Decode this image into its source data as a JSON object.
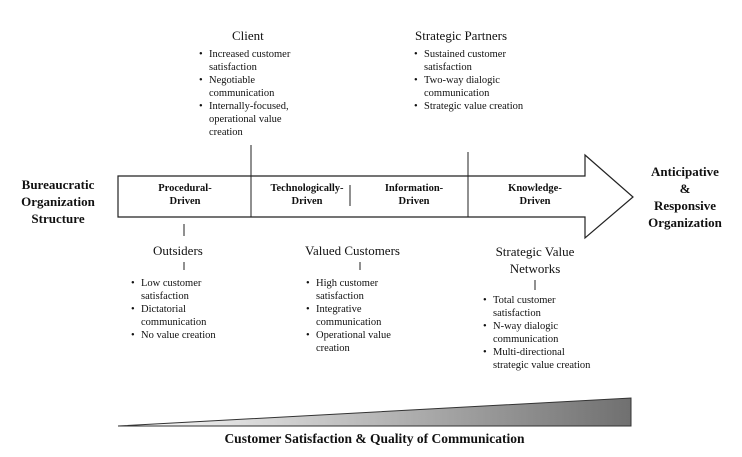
{
  "left_label": [
    "Bureaucratic",
    "Organization",
    "Structure"
  ],
  "right_label": [
    "Anticipative",
    "&",
    "Responsive",
    "Organization"
  ],
  "stages": [
    [
      "Procedural-",
      "Driven"
    ],
    [
      "Technologically-",
      "Driven"
    ],
    [
      "Information-",
      "Driven"
    ],
    [
      "Knowledge-",
      "Driven"
    ]
  ],
  "top_groups": [
    {
      "title": "Client",
      "bullets": [
        "Increased customer satisfaction",
        "Negotiable communication",
        "Internally-focused, operational value creation"
      ]
    },
    {
      "title": "Strategic Partners",
      "bullets": [
        "Sustained customer satisfaction",
        "Two-way dialogic communication",
        "Strategic value creation"
      ]
    }
  ],
  "bottom_groups": [
    {
      "title": "Outsiders",
      "bullets": [
        "Low customer satisfaction",
        "Dictatorial communication",
        "No value creation"
      ]
    },
    {
      "title": "Valued Customers",
      "bullets": [
        "High customer satisfaction",
        "Integrative communication",
        "Operational value creation"
      ]
    },
    {
      "title": "Strategic Value Networks",
      "bullets": [
        "Total customer satisfaction",
        "N-way dialogic communication",
        "Multi-directional strategic value creation"
      ]
    }
  ],
  "footer_label": "Customer Satisfaction & Quality of Communication"
}
